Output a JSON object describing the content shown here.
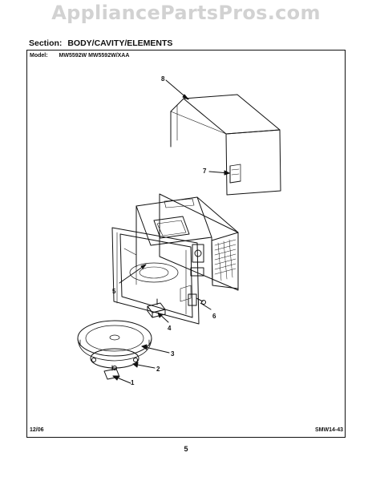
{
  "watermark": "AppliancePartsPros.com",
  "section": {
    "label": "Section:",
    "name": "BODY/CAVITY/ELEMENTS"
  },
  "model": {
    "label": "Model:",
    "value": "MW5592W MW5592W/XAA"
  },
  "callouts": [
    "8",
    "7",
    "5",
    "6",
    "4",
    "3",
    "2",
    "1"
  ],
  "footer": {
    "date": "12/06",
    "code": "SMW14-43"
  },
  "page_number": "5"
}
